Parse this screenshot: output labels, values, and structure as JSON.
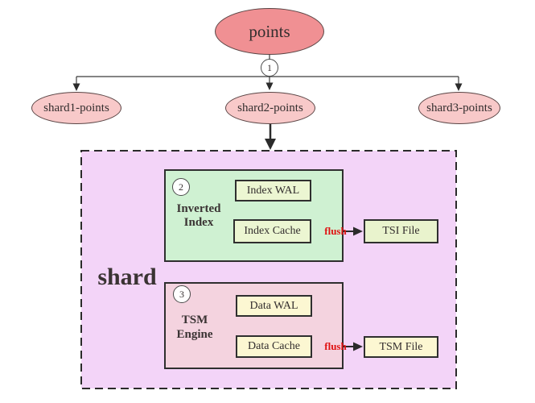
{
  "nodes": {
    "points": "points",
    "shard1": "shard1-points",
    "shard2": "shard2-points",
    "shard3": "shard3-points"
  },
  "badges": {
    "step1": "1",
    "step2": "2",
    "step3": "3"
  },
  "shard": {
    "label": "shard"
  },
  "sections": {
    "inverted_index": {
      "label": "Inverted\nIndex",
      "wal": "Index WAL",
      "cache": "Index Cache",
      "file": "TSI File",
      "flush_label": "flush"
    },
    "tsm_engine": {
      "label": "TSM\nEngine",
      "wal": "Data WAL",
      "cache": "Data Cache",
      "file": "TSM File",
      "flush_label": "flush"
    }
  },
  "colors": {
    "points_fill": "#f09093",
    "shard_points_fill": "#f8c9c9",
    "shard_box_fill": "#f3d4f8",
    "inverted_index_fill": "#cff1d2",
    "tsm_engine_fill": "#f4d3df",
    "index_boxes_fill": "#ecf6d2",
    "data_boxes_fill": "#fcf7d2",
    "flush_text": "#e01212",
    "line_color": "#3a3a3a"
  }
}
